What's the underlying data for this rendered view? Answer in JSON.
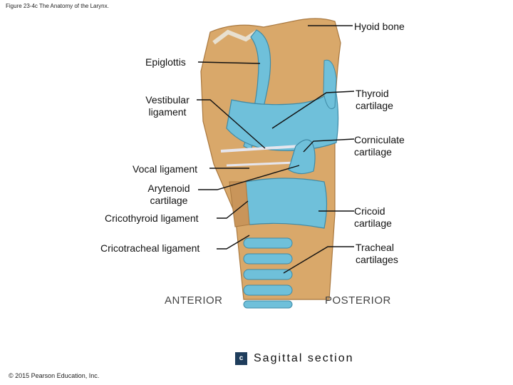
{
  "caption": "Figure 23-4c The Anatomy of the Larynx.",
  "copyright": "© 2015 Pearson Education, Inc.",
  "labels": {
    "hyoid_bone": "Hyoid bone",
    "epiglottis": "Epiglottis",
    "vestibular_ligament": "Vestibular ligament",
    "thyroid_cartilage": "Thyroid cartilage",
    "corniculate_cartilage": "Corniculate cartilage",
    "vocal_ligament": "Vocal ligament",
    "arytenoid_cartilage": "Arytenoid cartilage",
    "cricothyroid_ligament": "Cricothyroid ligament",
    "cricoid_cartilage": "Cricoid cartilage",
    "cricotracheal_ligament": "Cricotracheal ligament",
    "tracheal_cartilages": "Tracheal cartilages"
  },
  "orientation": {
    "anterior": "ANTERIOR",
    "posterior": "POSTERIOR"
  },
  "panel_letter": "c",
  "view_title": "Sagittal section",
  "colors": {
    "cartilage": "#6fc0da",
    "ligament": "#c9955a",
    "bone": "#d9a86a"
  }
}
